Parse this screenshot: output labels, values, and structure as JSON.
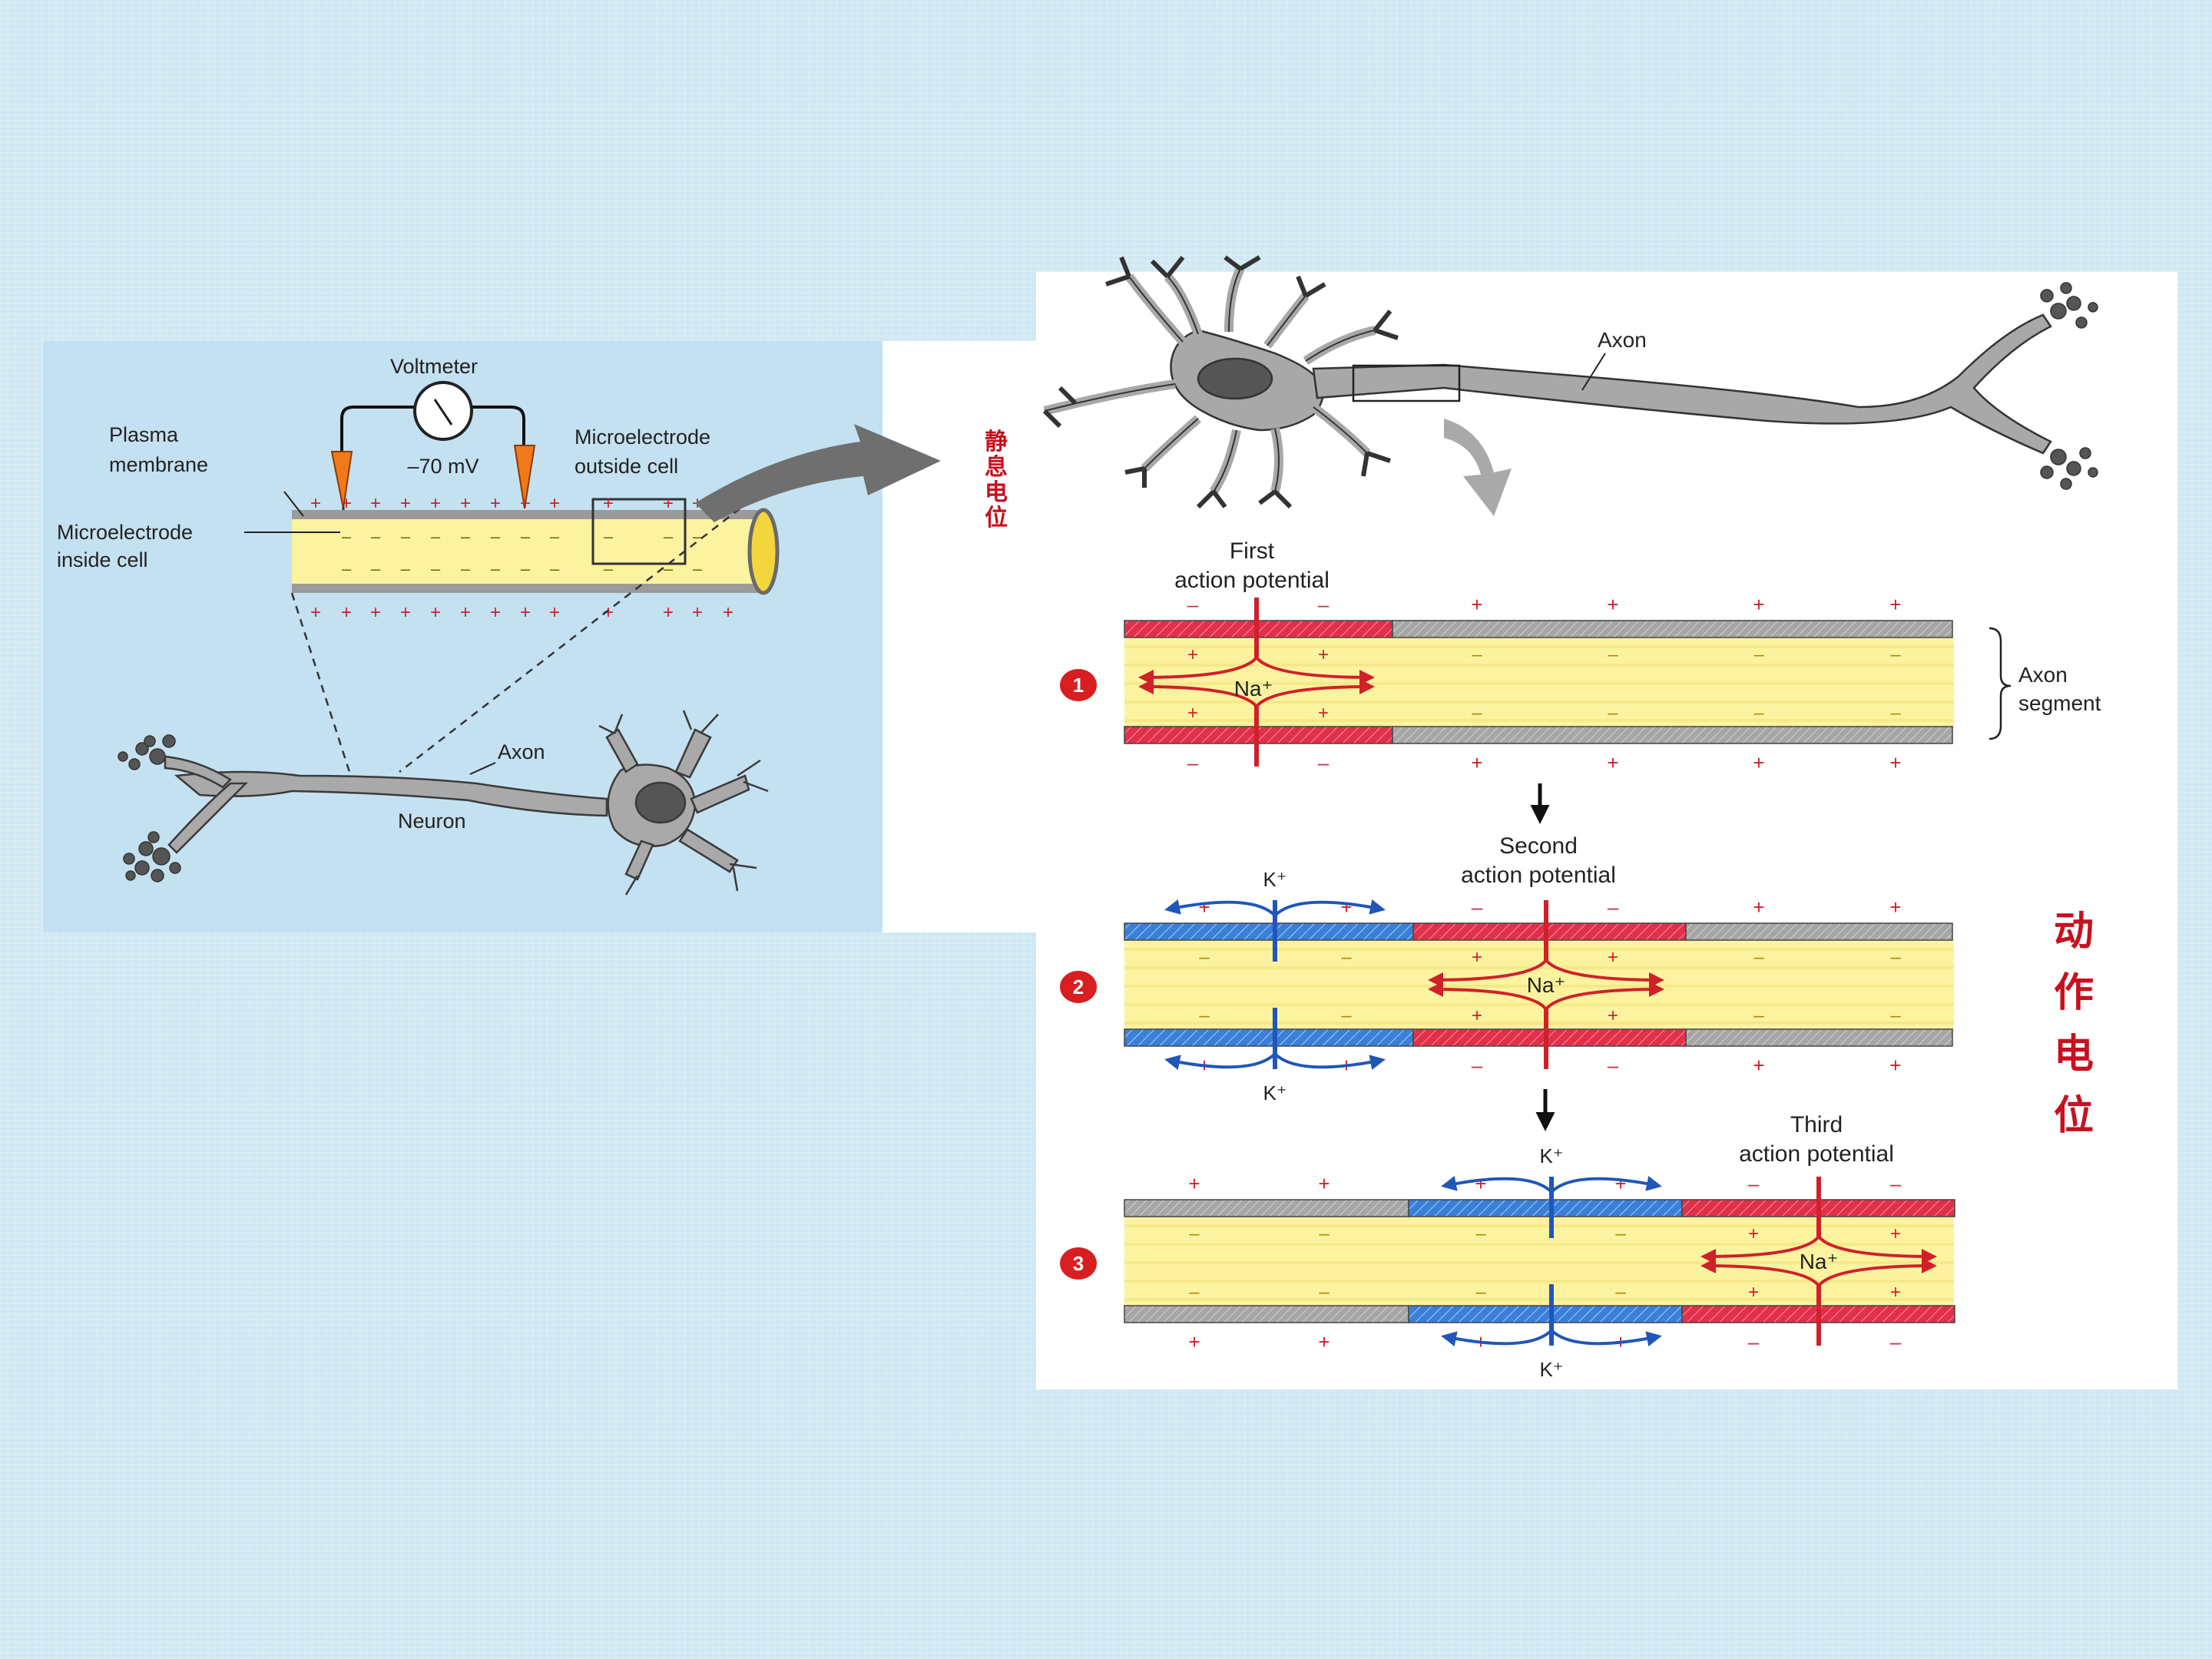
{
  "colors": {
    "page_background": "#cfe8f3",
    "depolarized_red": "#e0304a",
    "repolarized_blue": "#2f6fd0",
    "resting_gray": "#9a9a9a",
    "cytoplasm_yellow": "#fbf3a0",
    "electrode_orange": "#f07a1a",
    "label_red": "#c8101e"
  },
  "left_figure": {
    "voltmeter_label": "Voltmeter",
    "voltage_reading": "–70 mV",
    "plasma_membrane_label_1": "Plasma",
    "plasma_membrane_label_2": "membrane",
    "microelectrode_outside_label_1": "Microelectrode",
    "microelectrode_outside_label_2": "outside cell",
    "microelectrode_inside_label_1": "Microelectrode",
    "microelectrode_inside_label_2": "inside cell",
    "axon_label": "Axon",
    "neuron_label": "Neuron"
  },
  "resting_potential_label": "静息电位",
  "action_potential_label": "动作电位",
  "right_figure": {
    "axon_label": "Axon",
    "axon_segment_label_1": "Axon",
    "axon_segment_label_2": "segment",
    "stage1": {
      "number": "1",
      "title_line1": "First",
      "title_line2": "action potential",
      "ion_label": "Na⁺"
    },
    "stage2": {
      "number": "2",
      "title_line1": "Second",
      "title_line2": "action potential",
      "ion_label": "Na⁺",
      "k_label_top": "K⁺",
      "k_label_bottom": "K⁺"
    },
    "stage3": {
      "number": "3",
      "title_line1": "Third",
      "title_line2": "action potential",
      "ion_label": "Na⁺",
      "k_label_top": "K⁺",
      "k_label_bottom": "K⁺"
    },
    "plus_sign": "+",
    "minus_sign": "–"
  }
}
